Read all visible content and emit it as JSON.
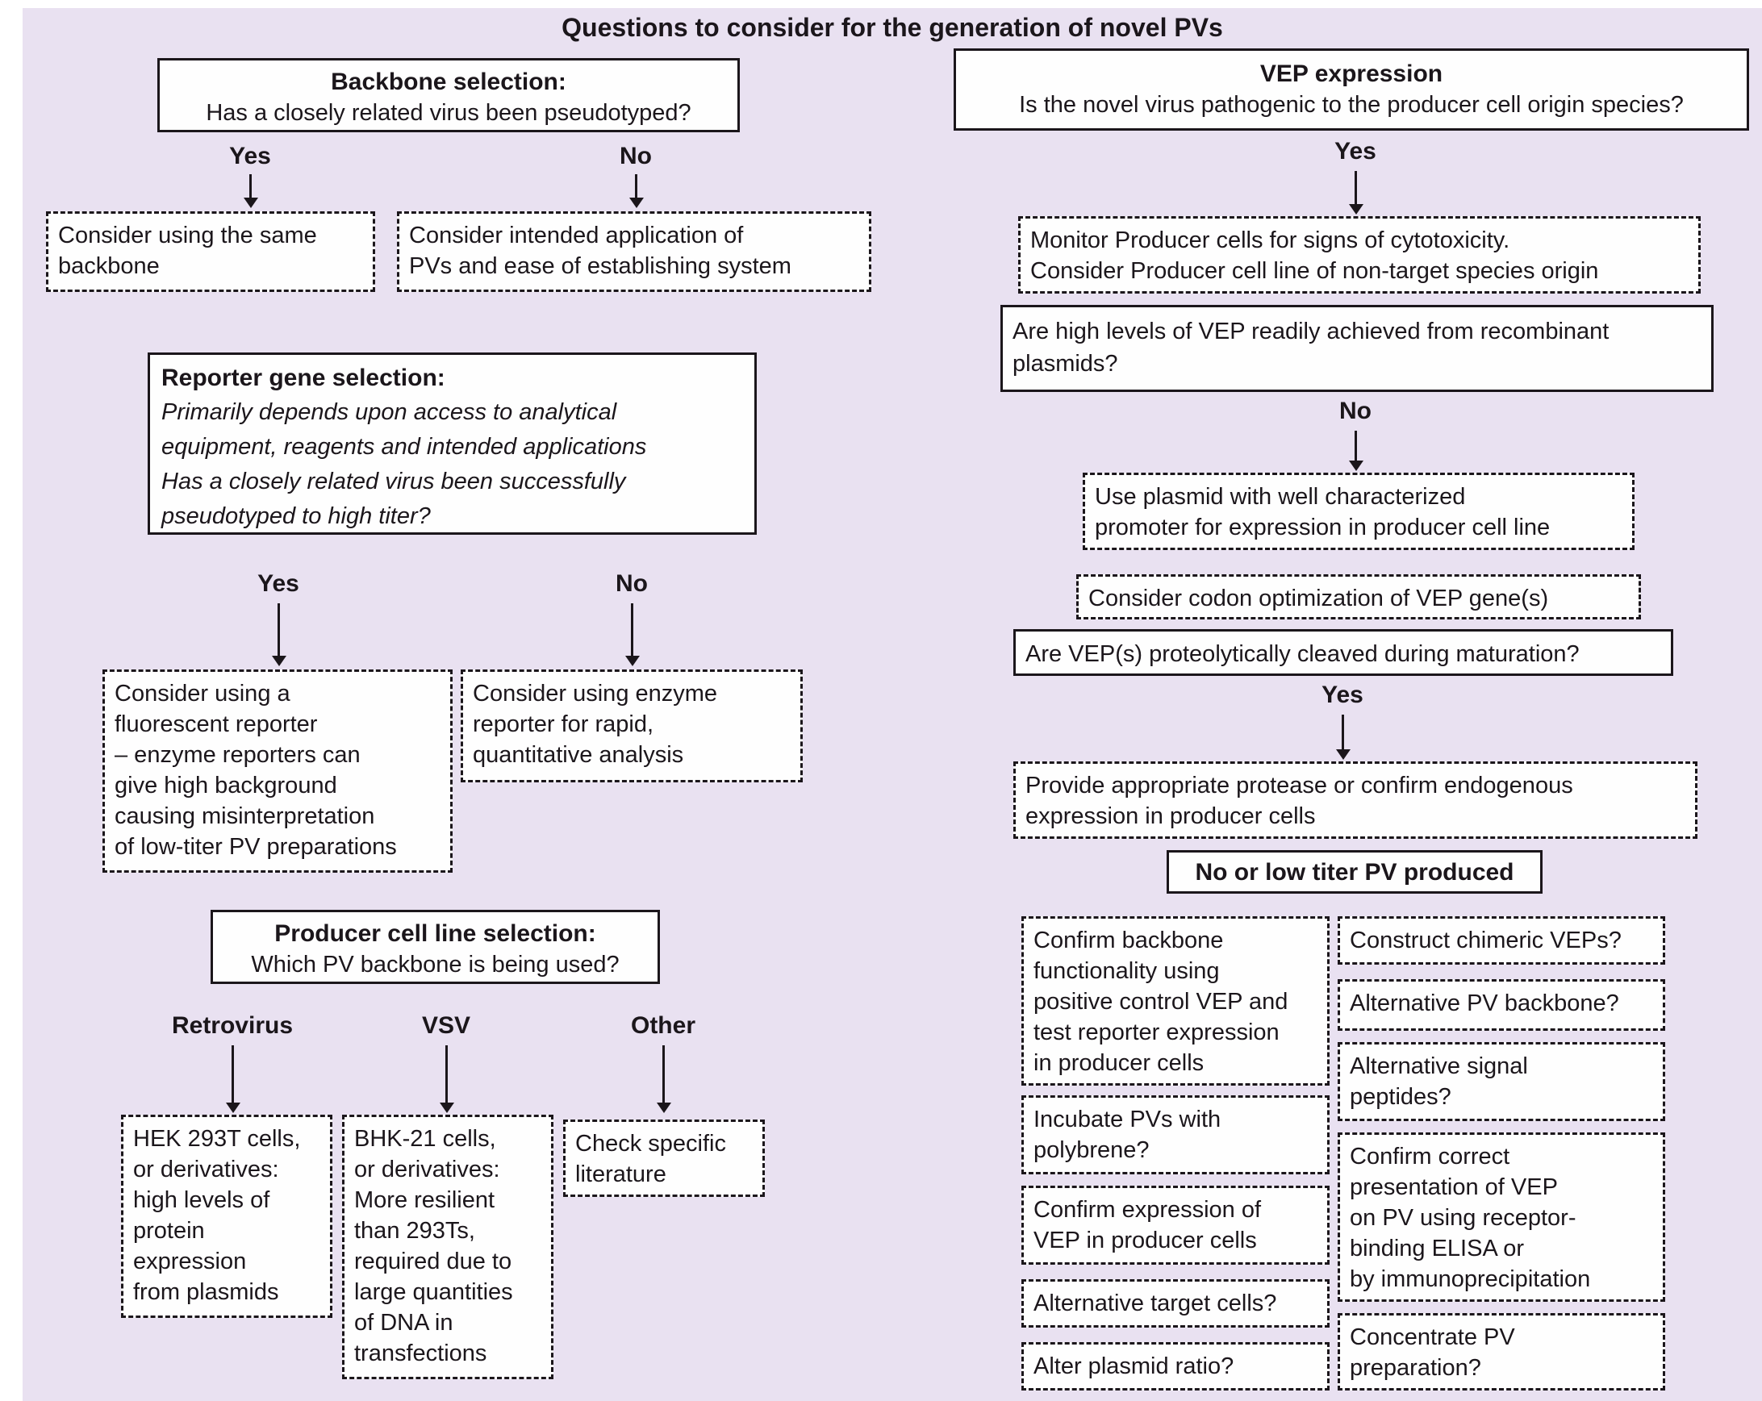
{
  "title": "Questions to consider for the generation of novel PVs",
  "colors": {
    "panel_bg": "#e9e1f1",
    "box_bg": "#fefefe",
    "line": "#1b161b"
  },
  "backbone": {
    "heading": "Backbone selection:",
    "question": "Has a closely related virus been pseudotyped?",
    "yes_label": "Yes",
    "no_label": "No",
    "yes_box": [
      "Consider using the same",
      "backbone"
    ],
    "no_box": [
      "Consider intended application of",
      "PVs and ease of establishing system"
    ]
  },
  "reporter": {
    "heading": "Reporter gene selection:",
    "description": [
      "Primarily depends upon access to analytical",
      "equipment, reagents  and intended applications",
      "Has a closely related virus been successfully",
      "pseudotyped to high titer?"
    ],
    "yes_label": "Yes",
    "no_label": "No",
    "yes_box": [
      "Consider using a",
      "fluorescent reporter",
      "– enzyme reporters can",
      "give high background",
      "causing misinterpretation",
      "of low-titer PV preparations"
    ],
    "no_box": [
      "Consider using enzyme",
      "reporter for rapid,",
      "quantitative analysis"
    ]
  },
  "producer": {
    "heading": "Producer cell line selection:",
    "question": "Which PV backbone is being used?",
    "branches": [
      {
        "label": "Retrovirus",
        "box": [
          "HEK 293T cells,",
          "or derivatives:",
          "high levels of",
          "protein",
          "expression",
          "from plasmids"
        ]
      },
      {
        "label": "VSV",
        "box": [
          "BHK-21 cells,",
          "or derivatives:",
          "More resilient",
          "than 293Ts,",
          "required due to",
          "large quantities",
          "of DNA in",
          "transfections"
        ]
      },
      {
        "label": "Other",
        "box": [
          "Check specific",
          "literature"
        ]
      }
    ]
  },
  "vep": {
    "heading": "VEP expression",
    "question": "Is the novel virus pathogenic to the producer cell origin species?",
    "yes_label": "Yes",
    "monitor_box": [
      "Monitor Producer cells for signs of cytotoxicity.",
      "Consider Producer cell line of non-target species origin"
    ],
    "plasmid_question": [
      "Are high levels of VEP readily achieved from recombinant",
      "plasmids?"
    ],
    "no_label": "No",
    "promoter_box": [
      "Use plasmid with well characterized",
      "promoter for expression in producer cell line"
    ],
    "codon_box": [
      "Consider codon optimization of VEP gene(s)"
    ],
    "cleave_question": [
      "Are VEP(s) proteolytically cleaved during maturation?"
    ],
    "cleave_yes_label": "Yes",
    "protease_box": [
      "Provide appropriate protease or confirm endogenous",
      "expression in producer cells"
    ]
  },
  "troubleshooting": {
    "heading": "No or low titer PV produced",
    "left_items": [
      [
        "Confirm backbone",
        "functionality using",
        "positive control VEP and",
        "test reporter expression",
        "in producer cells"
      ],
      [
        "Incubate PVs with",
        "polybrene?"
      ],
      [
        "Confirm expression of",
        "VEP in producer cells"
      ],
      [
        "Alternative target cells?"
      ],
      [
        "Alter plasmid ratio?"
      ]
    ],
    "right_items": [
      [
        "Construct chimeric VEPs?"
      ],
      [
        "Alternative PV backbone?"
      ],
      [
        "Alternative signal",
        "peptides?"
      ],
      [
        "Confirm correct",
        "presentation of VEP",
        "on PV using receptor-",
        "binding ELISA or",
        "by immunoprecipitation"
      ],
      [
        "Concentrate PV",
        "preparation?"
      ]
    ]
  }
}
